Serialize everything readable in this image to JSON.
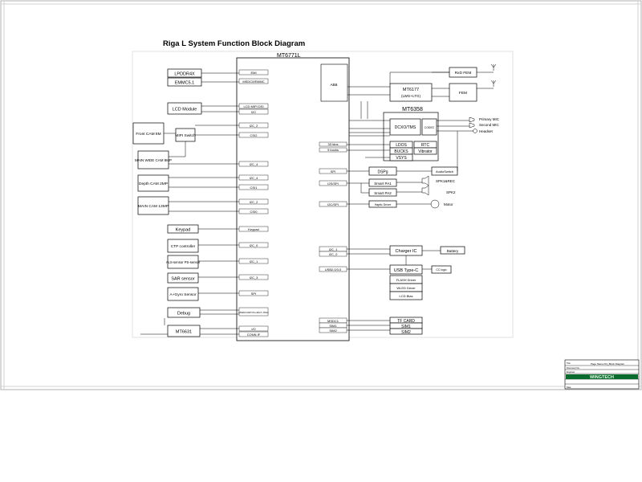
{
  "title": "Riga L  System Function Block Diagram",
  "soc": {
    "label": "MT6771L",
    "ports": {
      "emi": "EMI",
      "msdc0": "MSDC0/EMMC",
      "lcd": "LCD MIPI DSI",
      "i2c_lcd": "I2C",
      "i2c_2": "I2C_2",
      "csi2": "CSI2",
      "i2c_4": "I2C_4",
      "csi1": "CSI1",
      "i2c_4b": "I2C_4",
      "csi1b": "CSI1",
      "i2c_2b": "I2C_2",
      "csi0": "CSI0",
      "keypad": "Keypad",
      "i2c_0": "I2C_0",
      "i2c_1": "I2C_1",
      "i2c_3": "I2C_3",
      "spi": "SPI",
      "debug": "MSDC1/SPI Pin-MUX JTAG",
      "i2c_conn": "I/O",
      "conn_if": "CONN IF"
    },
    "abb": "ABB"
  },
  "left_blocks": {
    "lpddr": "LPDDR4X",
    "emmc": "EMMC5.1",
    "lcd": "LCD Module",
    "front_cam": "Front CAM 8M",
    "mipi_switch": "MIPI Switch",
    "main_wide": "MAIN WIDE CAM 8MP",
    "depth_cam": "Depth CAM 2MP",
    "main_cam": "MAIN  CAM 13MP",
    "keypad": "Keypad",
    "ctp": "CTP controller",
    "als": "ALS-sensor PS-sensor",
    "sar": "SAR sensor",
    "gyro": "A+Gyro Sensor",
    "debug": "Debug",
    "mt6631": "MT6631"
  },
  "right_blocks": {
    "mt6177": "MT6177 (LWG+LTG)",
    "rxd_fem": "RxD FEM",
    "fem": "FEM",
    "mt6358": "MT6358",
    "dcxo": "DCXO/TMS",
    "codec": "CODEC",
    "ldos": "LDOS",
    "rtc": "RTC",
    "bucks": "BUCKS",
    "vibrator": "Vibrator",
    "vsys": "VSYS",
    "dspg": "DSPg",
    "audio_switch": "AudioSwitch",
    "smart_pa1": "Smart PA1",
    "smart_pa2": "Smart PA2",
    "spk1": "SPK1&REC",
    "spk2": "SPK2",
    "haptic": "Haptic Driver",
    "motor": "Motor",
    "charger": "Charger IC",
    "battery": "Battery",
    "usb": "USB Type-C",
    "usb_logic": "CC logic",
    "flash": "FLASH Driver",
    "wled": "WLED Driver",
    "lcd_bias": "LCD Bias",
    "tf": "TF CARD",
    "sim1": "SIM1",
    "sim2": "SIM2",
    "mic1": "Primary MIC",
    "mic2": "Second MIC",
    "headset": "Headset"
  },
  "soc_right_labels": {
    "ldo_bus": "33 ldos",
    "buck_bus": "9 bucks",
    "spi": "SPI",
    "i2s": "I2S/SPI",
    "i2c_spi": "I2C/SPI",
    "i2c_1": "I2C_1",
    "i2c_0": "I2C_0",
    "usb": "USB2.0/3.0",
    "msdc1": "MSDC1",
    "sim1": "SIM1",
    "sim2": "SIM2"
  },
  "title_block": {
    "brand": "WINGTECH",
    "page_name": "Page Name=01_Block Diagram",
    "rows": [
      "Title",
      "Document No.",
      "Engineer",
      "Date"
    ]
  }
}
